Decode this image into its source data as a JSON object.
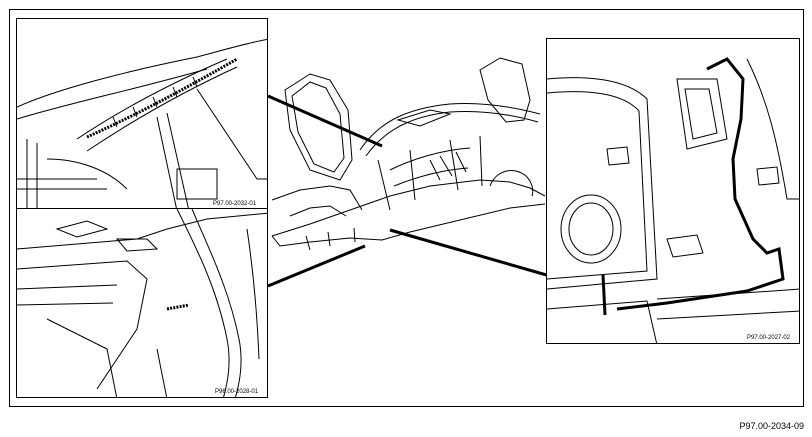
{
  "figure": {
    "document_number": "P97.00-2034-09",
    "panels": [
      {
        "id": "top-left",
        "label": "P97.00-2032-01"
      },
      {
        "id": "bottom-left",
        "label": "P96.00-2028-01"
      },
      {
        "id": "right",
        "label": "P97.00-2027-02"
      }
    ]
  }
}
